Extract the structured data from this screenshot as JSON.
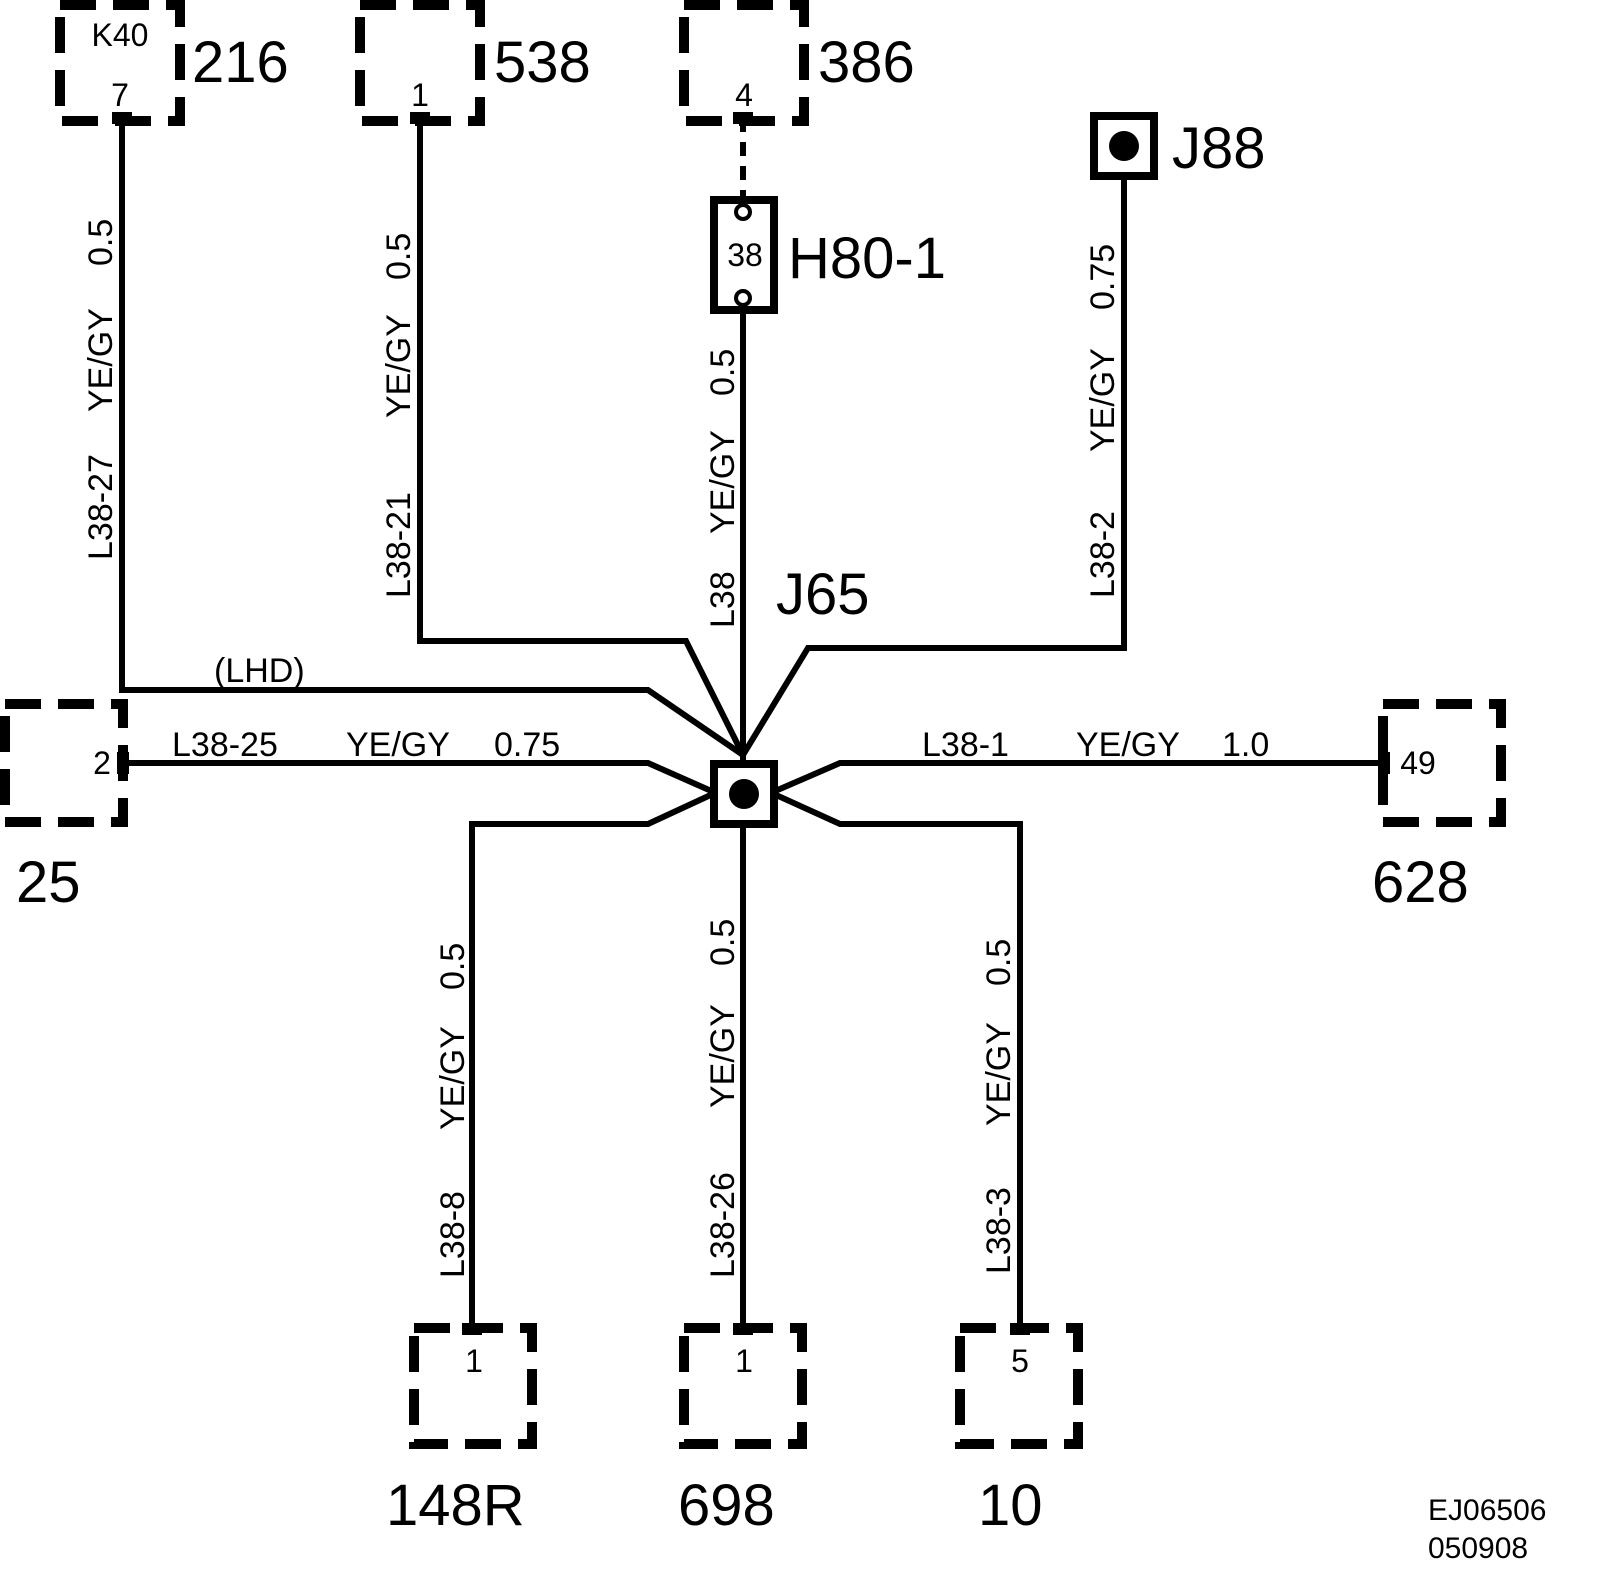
{
  "connectors": [
    {
      "id": "216",
      "label": "216",
      "pin": "7",
      "sublabel": "K40"
    },
    {
      "id": "538",
      "label": "538",
      "pin": "1"
    },
    {
      "id": "386",
      "label": "386",
      "pin": "4"
    },
    {
      "id": "25",
      "label": "25",
      "pin": "2"
    },
    {
      "id": "628",
      "label": "628",
      "pin": "49"
    },
    {
      "id": "148R",
      "label": "148R",
      "pin": "1"
    },
    {
      "id": "698",
      "label": "698",
      "pin": "1"
    },
    {
      "id": "10",
      "label": "10",
      "pin": "5"
    }
  ],
  "inline_connector": {
    "label": "H80-1",
    "pin": "38"
  },
  "splices": {
    "j88": "J88",
    "j65": "J65"
  },
  "wires": [
    {
      "id": "w216",
      "circuit": "L38-27",
      "color": "YE/GY",
      "size": "0.5"
    },
    {
      "id": "w538",
      "circuit": "L38-21",
      "color": "YE/GY",
      "size": "0.5"
    },
    {
      "id": "wh80",
      "circuit": "L38",
      "color": "YE/GY",
      "size": "0.5"
    },
    {
      "id": "wj88",
      "circuit": "L38-2",
      "color": "YE/GY",
      "size": "0.75"
    },
    {
      "id": "w25",
      "circuit": "L38-25",
      "color": "YE/GY",
      "size": "0.75"
    },
    {
      "id": "w628",
      "circuit": "L38-1",
      "color": "YE/GY",
      "size": "1.0"
    },
    {
      "id": "w148",
      "circuit": "L38-8",
      "color": "YE/GY",
      "size": "0.5"
    },
    {
      "id": "w698",
      "circuit": "L38-26",
      "color": "YE/GY",
      "size": "0.5"
    },
    {
      "id": "w10",
      "circuit": "L38-3",
      "color": "YE/GY",
      "size": "0.5"
    }
  ],
  "variant_note": "(LHD)",
  "reference": {
    "code": "EJ06506",
    "date": "050908"
  }
}
